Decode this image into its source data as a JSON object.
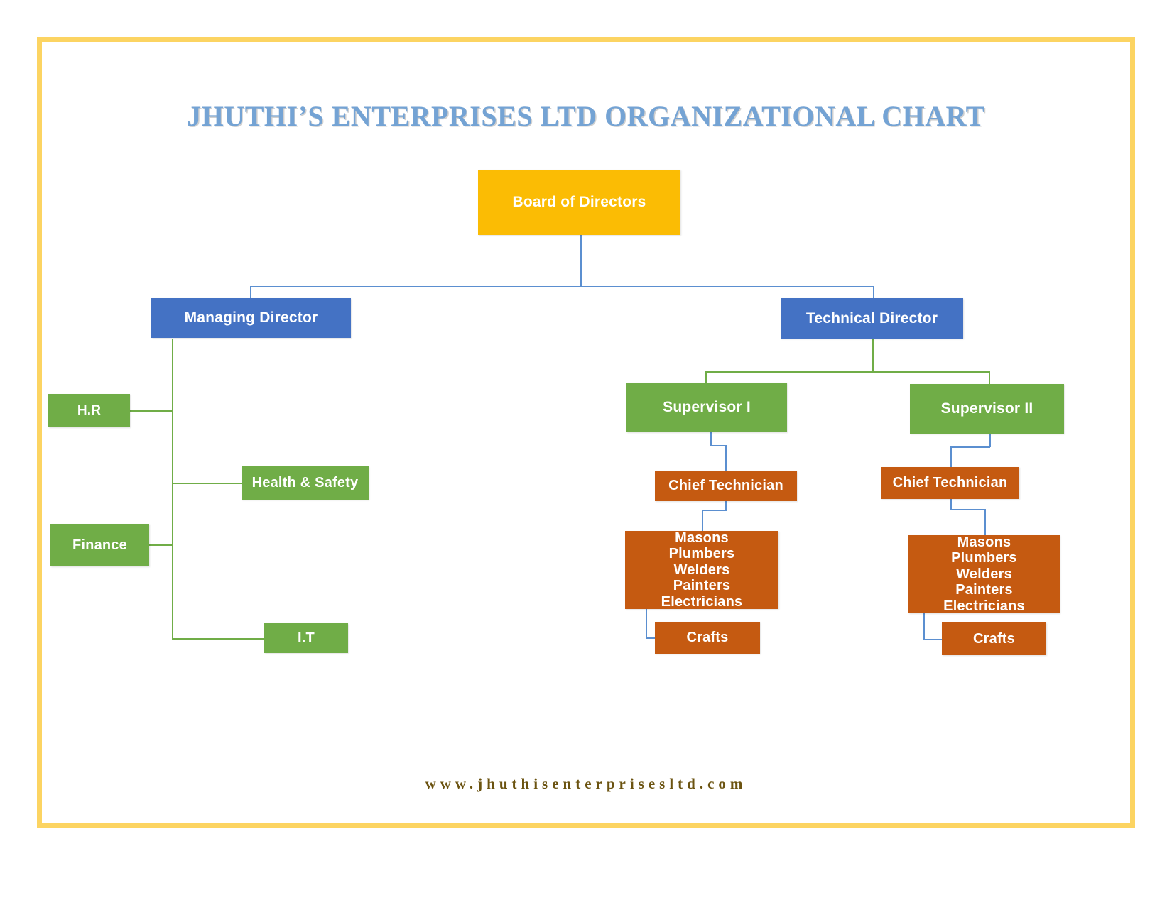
{
  "title": "JHUTHI’S ENTERPRISES LTD ORGANIZATIONAL CHART",
  "site_url": "www.jhuthisenterprisesltd.com",
  "colors": {
    "frame_border": "#FCD462",
    "title_text": "#74A3D4",
    "board_box": "#FBBC04",
    "director_box": "#4472C4",
    "department_box": "#70AD47",
    "trades_box": "#C55A11",
    "connector_blue": "#5B8FD0",
    "connector_green": "#70AD47",
    "url_text": "#6B5310",
    "node_text": "#FFFFFF"
  },
  "chart_data": {
    "type": "diagram",
    "title": "JHUTHI’S ENTERPRISES LTD ORGANIZATIONAL CHART",
    "nodes": [
      {
        "id": "board",
        "label": "Board of Directors",
        "level": 0,
        "color": "#FBBC04"
      },
      {
        "id": "managing",
        "label": "Managing Director",
        "level": 1,
        "color": "#4472C4"
      },
      {
        "id": "technical",
        "label": "Technical Director",
        "level": 1,
        "color": "#4472C4"
      },
      {
        "id": "hr",
        "label": "H.R",
        "level": 2,
        "color": "#70AD47"
      },
      {
        "id": "health",
        "label": "Health & Safety",
        "level": 2,
        "color": "#70AD47"
      },
      {
        "id": "finance",
        "label": "Finance",
        "level": 2,
        "color": "#70AD47"
      },
      {
        "id": "it",
        "label": "I.T",
        "level": 2,
        "color": "#70AD47"
      },
      {
        "id": "sup1",
        "label": "Supervisor I",
        "level": 2,
        "color": "#70AD47"
      },
      {
        "id": "sup2",
        "label": "Supervisor II",
        "level": 2,
        "color": "#70AD47"
      },
      {
        "id": "chief1",
        "label": "Chief Technician",
        "level": 3,
        "color": "#C55A11"
      },
      {
        "id": "chief2",
        "label": "Chief Technician",
        "level": 3,
        "color": "#C55A11"
      },
      {
        "id": "trades1",
        "label": "Masons Plumbers Welders Painters Electricians",
        "level": 4,
        "color": "#C55A11"
      },
      {
        "id": "trades2",
        "label": "Masons Plumbers Welders Painters Electricians",
        "level": 4,
        "color": "#C55A11"
      },
      {
        "id": "crafts1",
        "label": "Crafts",
        "level": 5,
        "color": "#C55A11"
      },
      {
        "id": "crafts2",
        "label": "Crafts",
        "level": 5,
        "color": "#C55A11"
      }
    ],
    "edges": [
      {
        "from": "board",
        "to": "managing"
      },
      {
        "from": "board",
        "to": "technical"
      },
      {
        "from": "managing",
        "to": "hr"
      },
      {
        "from": "managing",
        "to": "health"
      },
      {
        "from": "managing",
        "to": "finance"
      },
      {
        "from": "managing",
        "to": "it"
      },
      {
        "from": "technical",
        "to": "sup1"
      },
      {
        "from": "technical",
        "to": "sup2"
      },
      {
        "from": "sup1",
        "to": "chief1"
      },
      {
        "from": "sup2",
        "to": "chief2"
      },
      {
        "from": "chief1",
        "to": "trades1"
      },
      {
        "from": "chief2",
        "to": "trades2"
      },
      {
        "from": "trades1",
        "to": "crafts1"
      },
      {
        "from": "trades2",
        "to": "crafts2"
      }
    ]
  },
  "nodes": {
    "board": {
      "label": "Board of Directors"
    },
    "managing": {
      "label": "Managing Director"
    },
    "technical": {
      "label": "Technical Director"
    },
    "hr": {
      "label": "H.R"
    },
    "health": {
      "label": "Health & Safety"
    },
    "finance": {
      "label": "Finance"
    },
    "it": {
      "label": "I.T"
    },
    "sup1": {
      "label": "Supervisor I"
    },
    "sup2": {
      "label": "Supervisor II"
    },
    "chief1": {
      "label": "Chief Technician"
    },
    "chief2": {
      "label": "Chief Technician"
    },
    "crafts1": {
      "label": "Crafts"
    },
    "crafts2": {
      "label": "Crafts"
    },
    "trades1": {
      "line1": "Masons",
      "line2": "Plumbers",
      "line3": "Welders",
      "line4": "Painters",
      "line5": "Electricians"
    },
    "trades2": {
      "line1": "Masons",
      "line2": "Plumbers",
      "line3": "Welders",
      "line4": "Painters",
      "line5": "Electricians"
    }
  }
}
